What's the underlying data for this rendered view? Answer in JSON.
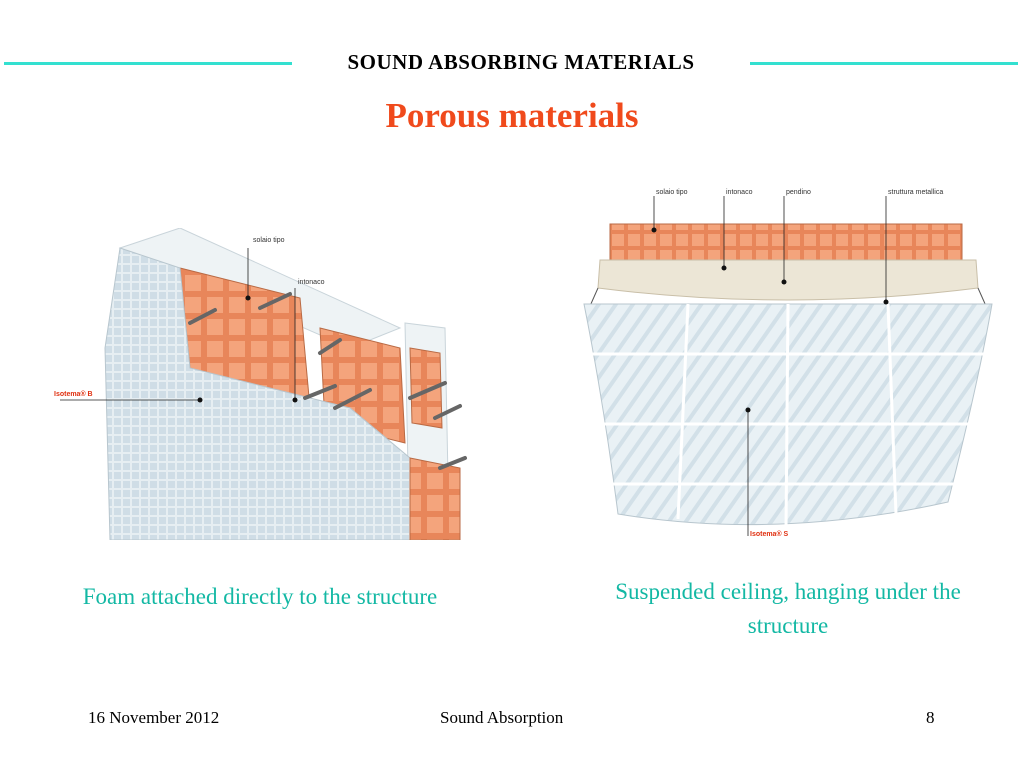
{
  "header": {
    "title": "SOUND ABSORBING MATERIALS",
    "subtitle": "Porous materials"
  },
  "figures": {
    "left": {
      "labels": {
        "solaio": "solaio tipo",
        "intonaco": "intonaco",
        "isotema": "Isotema® B"
      },
      "caption": "Foam attached directly to the structure"
    },
    "right": {
      "labels": {
        "solaio": "solaio tipo",
        "intonaco": "intonaco",
        "pendino": "pendino",
        "struttura": "struttura metallica",
        "isotema": "Isotema® S"
      },
      "caption": "Suspended ceiling, hanging under the structure"
    }
  },
  "footer": {
    "date": "16 November 2012",
    "title": "Sound Absorption",
    "page": "8"
  },
  "colors": {
    "rule": "#33e0d0",
    "subtitle": "#f04a1c",
    "caption": "#13b8a4",
    "brick": "#e8865a"
  }
}
